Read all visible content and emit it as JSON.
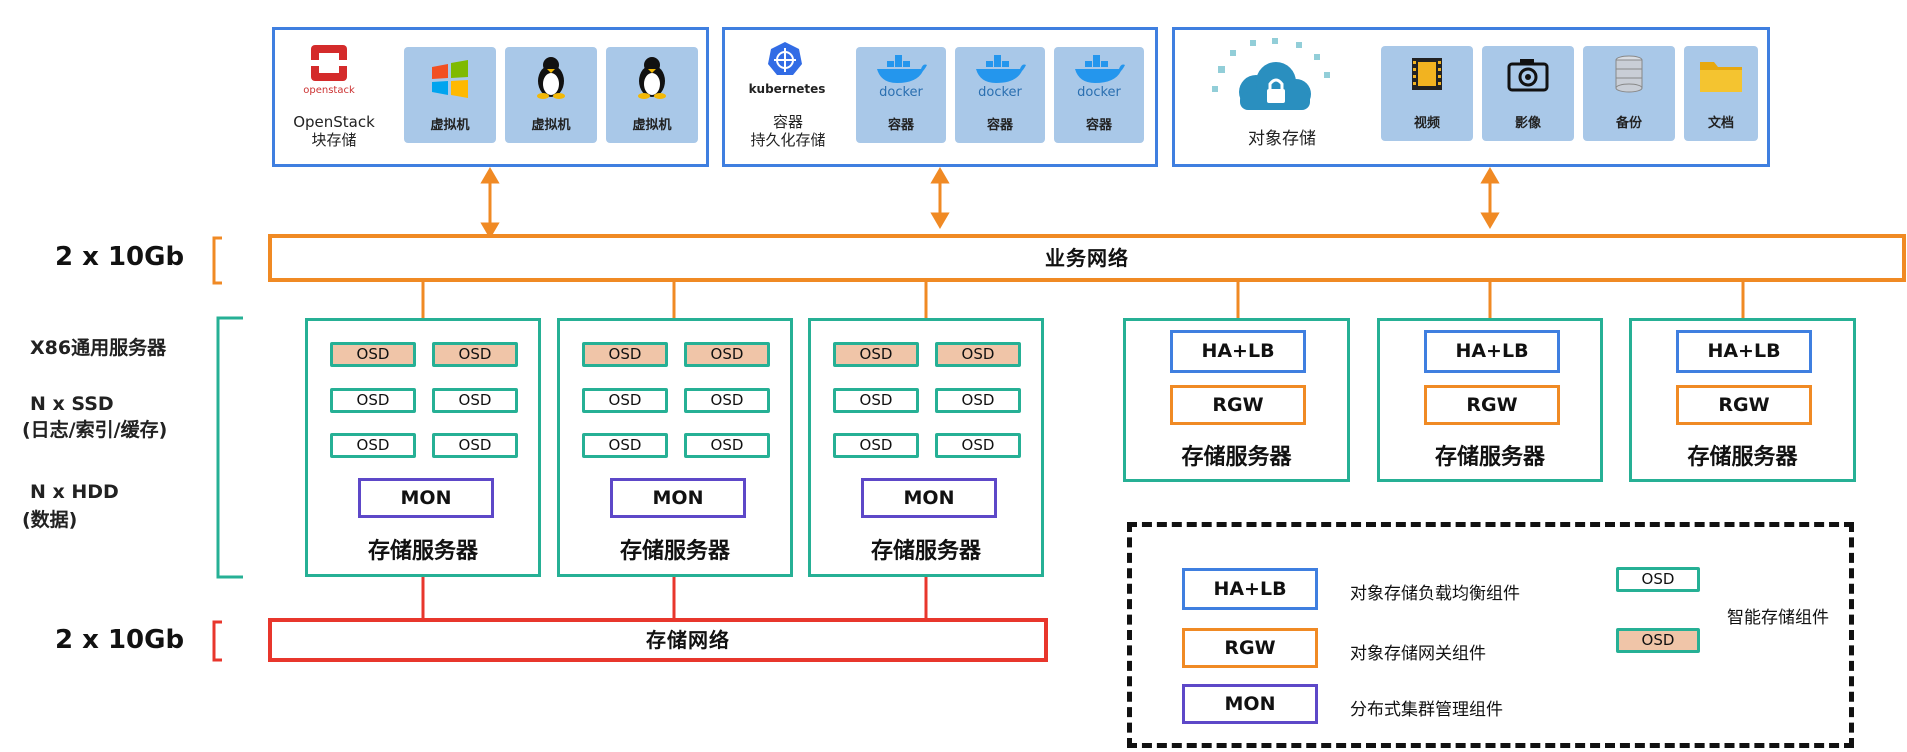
{
  "top": {
    "openstack": {
      "logo_text": "openstack",
      "caption_line1": "OpenStack",
      "caption_line2": "块存储",
      "tiles": [
        "虚拟机",
        "虚拟机",
        "虚拟机"
      ]
    },
    "kubernetes": {
      "logo_text": "kubernetes",
      "caption_line1": "容器",
      "caption_line2": "持久化存储",
      "tiles": [
        "容器",
        "容器",
        "容器"
      ],
      "docker_text": "docker"
    },
    "object": {
      "caption": "对象存储",
      "tiles": [
        "视频",
        "影像",
        "备份",
        "文档"
      ]
    }
  },
  "network": {
    "business_speed": "2 x 10Gb",
    "business_label": "业务网络",
    "storage_speed": "2 x 10Gb",
    "storage_label": "存储网络"
  },
  "left_labels": [
    "X86通用服务器",
    "N x SSD",
    "(日志/索引/缓存)",
    "N x HDD",
    "(数据)"
  ],
  "osd_label": "OSD",
  "mon_label": "MON",
  "server_label": "存储服务器",
  "ha_label": "HA+LB",
  "rgw_label": "RGW",
  "legend": {
    "ha_desc": "对象存储负载均衡组件",
    "rgw_desc": "对象存储网关组件",
    "mon_desc": "分布式集群管理组件",
    "osd_desc": "智能存储组件"
  },
  "colors": {
    "blue": "#3f7fe0",
    "orange": "#f08a24",
    "red": "#e8362c",
    "green": "#26b095",
    "purple": "#5d48c8",
    "osd_pink": "#f0c5a8"
  }
}
